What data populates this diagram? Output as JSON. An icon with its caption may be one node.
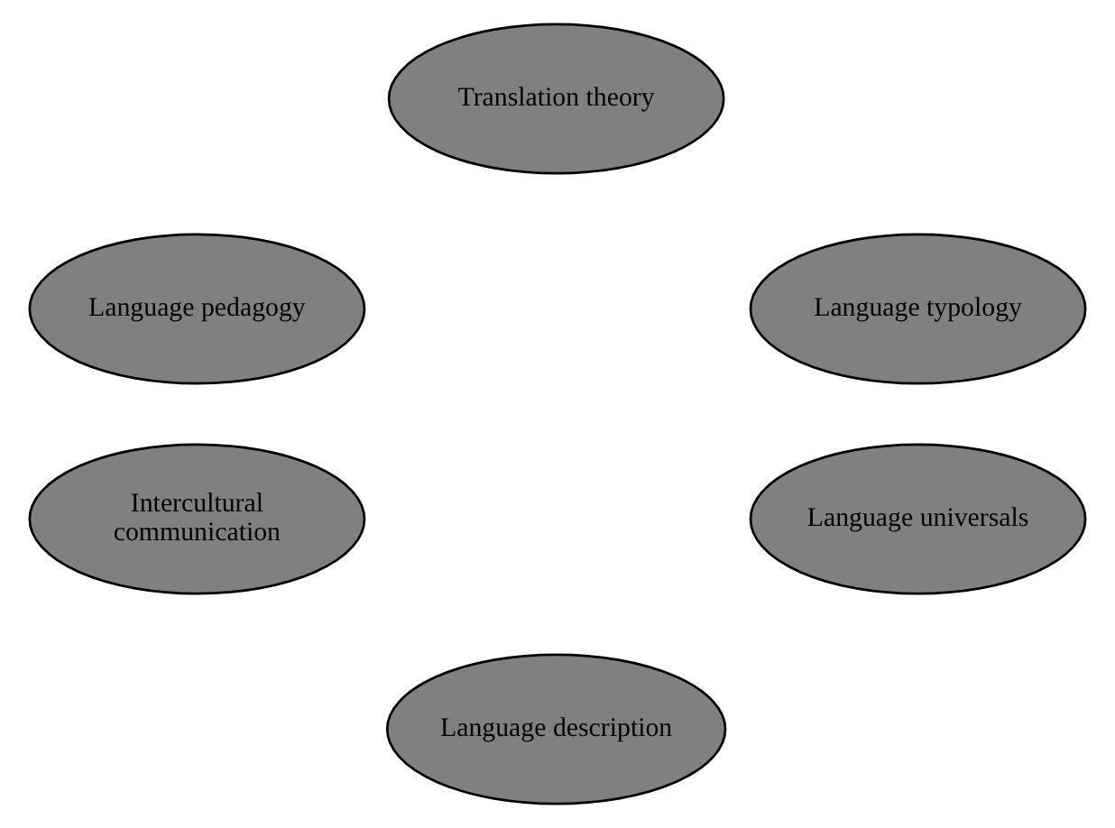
{
  "diagram": {
    "nodes": [
      {
        "text": [
          "Translation theory"
        ]
      },
      {
        "text": [
          "Language pedagogy"
        ]
      },
      {
        "text": [
          "Language typology"
        ]
      },
      {
        "text": [
          "Intercultural communication"
        ]
      },
      {
        "text": [
          "Language universals"
        ]
      },
      {
        "text": [
          "Language description"
        ]
      }
    ],
    "edges": []
  }
}
